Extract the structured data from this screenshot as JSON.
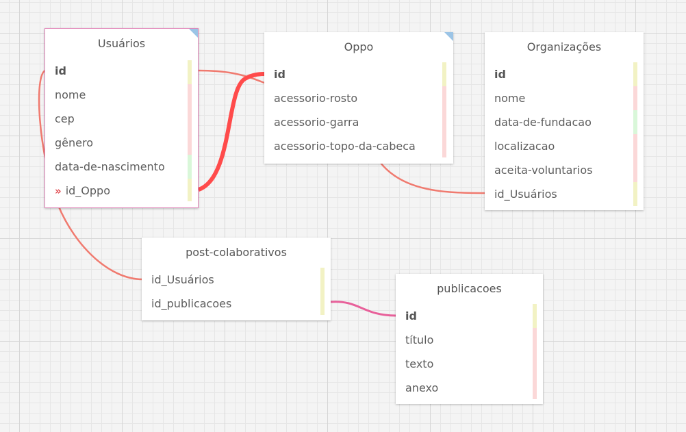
{
  "colors": {
    "pk_strip": "#f2f2c4",
    "field_strip": "#fbd8d8",
    "date_strip": "#d9f7d9",
    "connector": "#f07a6f",
    "connector_active": "#ff4b4b",
    "connector_pink": "#e8609a",
    "selection_border": "#e186b9",
    "corner_marker": "#9bc4e6",
    "fk_arrow": "#e0454b"
  },
  "tables": {
    "usuarios": {
      "title": "Usuários",
      "fields": [
        "id",
        "nome",
        "cep",
        "gênero",
        "data-de-nascimento",
        "id_Oppo"
      ],
      "fk_marker": "»"
    },
    "oppo": {
      "title": "Oppo",
      "fields": [
        "id",
        "acessorio-rosto",
        "acessorio-garra",
        "acessorio-topo-da-cabeca"
      ]
    },
    "organizacoes": {
      "title": "Organizações",
      "fields": [
        "id",
        "nome",
        "data-de-fundacao",
        "localizacao",
        "aceita-voluntarios",
        "id_Usuários"
      ]
    },
    "post_colaborativos": {
      "title": "post-colaborativos",
      "fields": [
        "id_Usuários",
        "id_publicacoes"
      ]
    },
    "publicacoes": {
      "title": "publicacoes",
      "fields": [
        "id",
        "título",
        "texto",
        "anexo"
      ]
    }
  }
}
